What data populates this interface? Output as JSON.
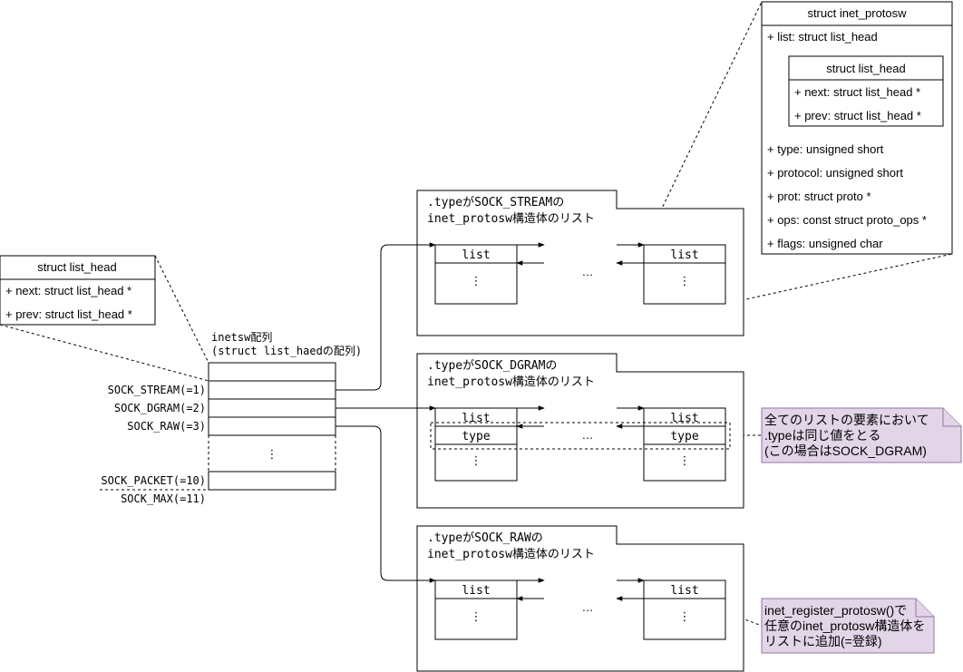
{
  "left_struct": {
    "title": "struct list_head",
    "fields": [
      "+ next: struct list_head *",
      "+ prev: struct list_head *"
    ]
  },
  "inetsw_array": {
    "caption_line1": "inetsw配列",
    "caption_line2": "(struct list_haedの配列)",
    "labels": [
      "SOCK_STREAM(=1)",
      "SOCK_DGRAM(=2)",
      "SOCK_RAW(=3)",
      "SOCK_PACKET(=10)",
      "SOCK_MAX(=11)"
    ],
    "ellipsis": "⋮"
  },
  "lists": [
    {
      "title_line1": ".typeがSOCK_STREAMの",
      "title_line2": "inet_protosw構造体のリスト"
    },
    {
      "title_line1": ".typeがSOCK_DGRAMの",
      "title_line2": "inet_protosw構造体のリスト"
    },
    {
      "title_line1": ".typeがSOCK_RAWの",
      "title_line2": "inet_protosw構造体のリスト"
    }
  ],
  "node": {
    "list_label": "list",
    "type_label": "type",
    "ellipsis": "⋮",
    "hellipsis": "…"
  },
  "right_struct": {
    "title": "struct inet_protosw",
    "list_field": "+ list: struct list_head",
    "inner_title": "struct list_head",
    "inner_fields": [
      "+ next: struct list_head *",
      "+ prev: struct list_head *"
    ],
    "fields": [
      "+ type: unsigned short",
      "+ protocol: unsigned short",
      "+ prot: struct proto *",
      "+ ops: const struct proto_ops *",
      "+ flags: unsigned char"
    ]
  },
  "notes": [
    {
      "lines": [
        "全てのリストの要素において",
        ".typeは同じ値をとる",
        "(この場合はSOCK_DGRAM)"
      ]
    },
    {
      "lines": [
        "inet_register_protosw()で",
        "任意のinet_protosw構造体を",
        "リストに追加(=登録)"
      ]
    }
  ],
  "colors": {
    "note_fill": "#e1d5e7",
    "note_stroke": "#9673a6"
  }
}
